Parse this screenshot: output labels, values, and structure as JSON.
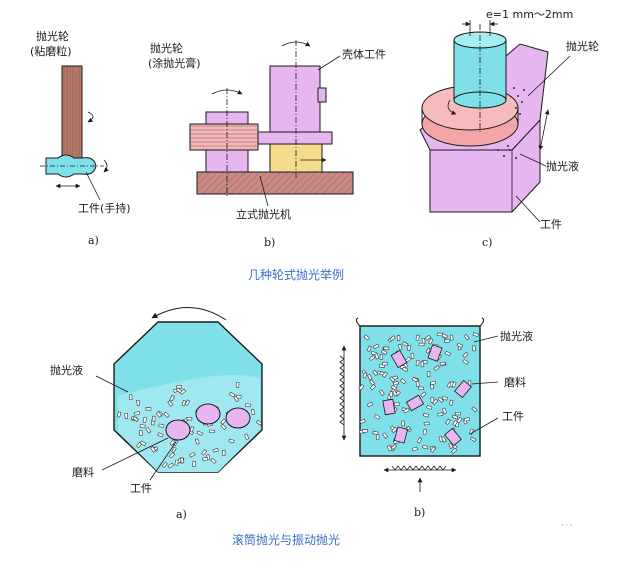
{
  "fig1": {
    "a_label_line1": "抛光轮",
    "a_label_line2": "(粘磨粒)",
    "a_workpiece": "工件(手持)",
    "a_caption": "a)",
    "b_label_line1": "抛光轮",
    "b_label_line2": "(涂抛光膏)",
    "b_shell": "壳体工件",
    "b_machine": "立式抛光机",
    "b_caption": "b)",
    "c_e": "e=1 mm～2mm",
    "c_wheel": "抛光轮",
    "c_liquid": "抛光液",
    "c_workpiece": "工件",
    "c_caption": "c)",
    "title": "几种轮式抛光举例"
  },
  "fig2": {
    "a_liquid": "抛光液",
    "a_abrasive": "磨料",
    "a_workpiece": "工件",
    "a_caption": "a)",
    "b_liquid": "抛光液",
    "b_abrasive": "磨料",
    "b_workpiece": "工件",
    "b_caption": "b)",
    "title": "滚筒抛光与振动抛光"
  },
  "watermark": "···",
  "colors": {
    "wood": "#b77a6a",
    "cyan": "#7fe0ea",
    "lavender": "#e5b6ef",
    "pink": "#f2a6a6",
    "yellow": "#f4dc8c",
    "base": "#c98a86",
    "title_blue": "#3a6fc4"
  }
}
